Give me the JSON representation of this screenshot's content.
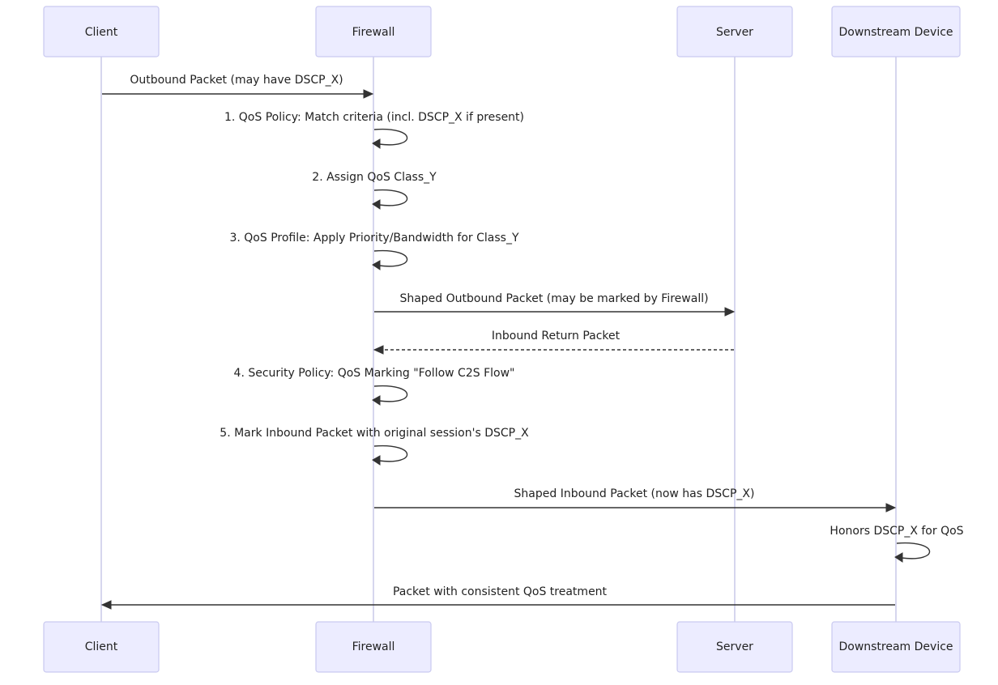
{
  "participants": [
    {
      "id": "client",
      "label": "Client"
    },
    {
      "id": "firewall",
      "label": "Firewall"
    },
    {
      "id": "server",
      "label": "Server"
    },
    {
      "id": "downstream",
      "label": "Downstream Device"
    }
  ],
  "messages": [
    {
      "from": "client",
      "to": "firewall",
      "label": "Outbound Packet (may have DSCP_X)",
      "style": "solid"
    },
    {
      "from": "firewall",
      "to": "firewall",
      "label": "1. QoS Policy: Match criteria (incl. DSCP_X if present)",
      "style": "solid"
    },
    {
      "from": "firewall",
      "to": "firewall",
      "label": "2. Assign QoS Class_Y",
      "style": "solid"
    },
    {
      "from": "firewall",
      "to": "firewall",
      "label": "3. QoS Profile: Apply Priority/Bandwidth for Class_Y",
      "style": "solid"
    },
    {
      "from": "firewall",
      "to": "server",
      "label": "Shaped Outbound Packet (may be marked by Firewall)",
      "style": "solid"
    },
    {
      "from": "server",
      "to": "firewall",
      "label": "Inbound Return Packet",
      "style": "dashed"
    },
    {
      "from": "firewall",
      "to": "firewall",
      "label": "4. Security Policy: QoS Marking \"Follow C2S Flow\"",
      "style": "solid"
    },
    {
      "from": "firewall",
      "to": "firewall",
      "label": "5. Mark Inbound Packet with original session's DSCP_X",
      "style": "solid"
    },
    {
      "from": "firewall",
      "to": "downstream",
      "label": "Shaped Inbound Packet (now has DSCP_X)",
      "style": "solid"
    },
    {
      "from": "downstream",
      "to": "downstream",
      "label": "Honors DSCP_X for QoS",
      "style": "solid"
    },
    {
      "from": "downstream",
      "to": "client",
      "label": "Packet with consistent QoS treatment",
      "style": "solid"
    }
  ]
}
